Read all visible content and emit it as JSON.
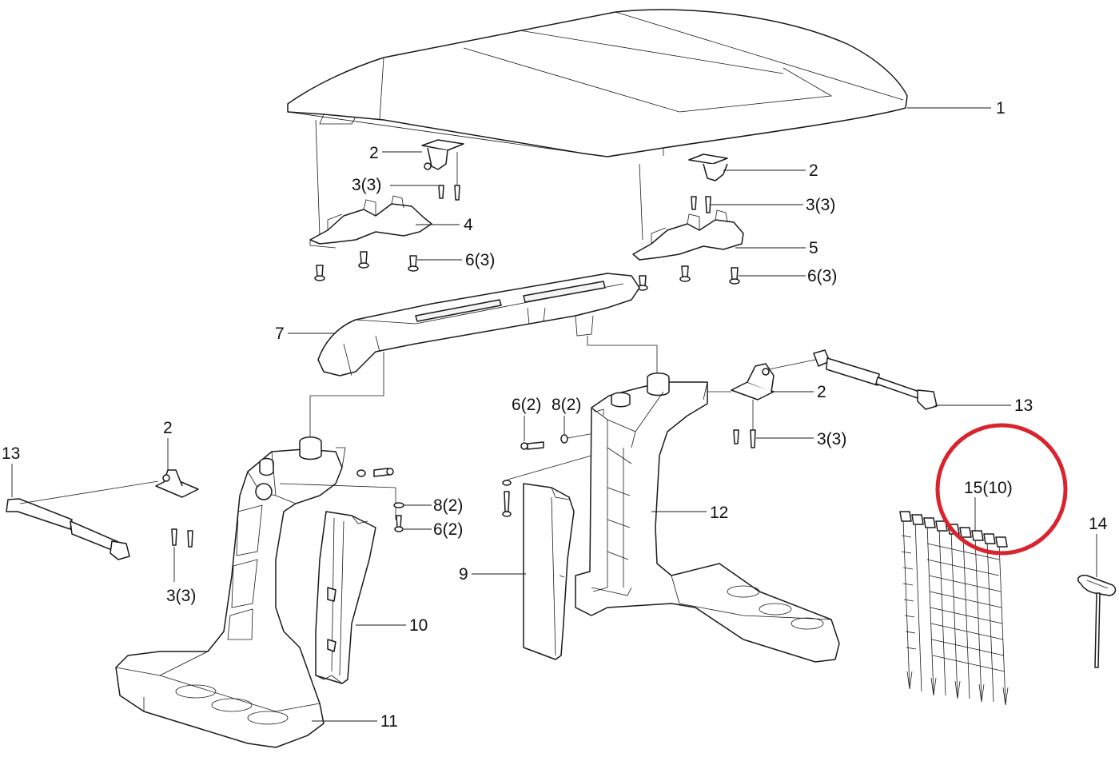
{
  "diagram": {
    "highlight_color": "#d9232d",
    "labels": {
      "p1": "1",
      "p2_a": "2",
      "p2_b": "2",
      "p2_c": "2",
      "p2_d": "2",
      "p3_a": "3(3)",
      "p3_b": "3(3)",
      "p3_c": "3(3)",
      "p3_d": "3(3)",
      "p4": "4",
      "p5": "5",
      "p6_a": "6(3)",
      "p6_b": "6(3)",
      "p6_c": "6(2)",
      "p6_d": "6(2)",
      "p7": "7",
      "p8_a": "8(2)",
      "p8_b": "8(2)",
      "p9": "9",
      "p10": "10",
      "p11": "11",
      "p12": "12",
      "p13_a": "13",
      "p13_b": "13",
      "p14": "14",
      "p15": "15(10)"
    }
  }
}
